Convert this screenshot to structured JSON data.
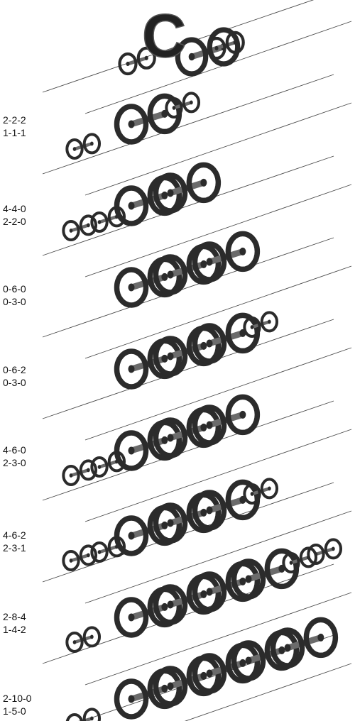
{
  "background": "#ffffff",
  "colors": {
    "wheel": "#2b2b2b",
    "axle": "#6b6b6b",
    "rail": "#4a4a4a",
    "text": "#111111"
  },
  "top_glyph": "C",
  "arrangements": [
    {
      "whyte": "2-2-2",
      "uic": "1-1-1",
      "leading": 1,
      "driving": 1,
      "trailing": 1
    },
    {
      "whyte": "4-4-0",
      "uic": "2-2-0",
      "leading": 2,
      "driving": 2,
      "trailing": 0
    },
    {
      "whyte": "0-6-0",
      "uic": "0-3-0",
      "leading": 0,
      "driving": 3,
      "trailing": 0
    },
    {
      "whyte": "0-6-2",
      "uic": "0-3-0",
      "leading": 0,
      "driving": 3,
      "trailing": 1
    },
    {
      "whyte": "4-6-0",
      "uic": "2-3-0",
      "leading": 2,
      "driving": 3,
      "trailing": 0
    },
    {
      "whyte": "4-6-2",
      "uic": "2-3-1",
      "leading": 2,
      "driving": 3,
      "trailing": 1
    },
    {
      "whyte": "2-8-4",
      "uic": "1-4-2",
      "leading": 1,
      "driving": 4,
      "trailing": 2
    },
    {
      "whyte": "2-10-0",
      "uic": "1-5-0",
      "leading": 1,
      "driving": 5,
      "trailing": 0
    }
  ]
}
